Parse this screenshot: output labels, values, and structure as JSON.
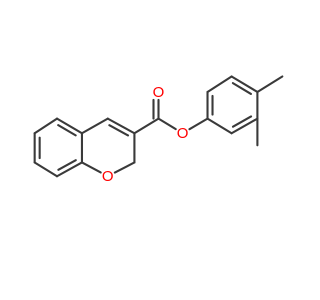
{
  "molecule": {
    "atoms": [
      {
        "id": "ring-a-c1",
        "label": ""
      },
      {
        "id": "ring-a-c2",
        "label": ""
      },
      {
        "id": "ring-a-c3",
        "label": ""
      },
      {
        "id": "ring-a-c4",
        "label": ""
      },
      {
        "id": "ring-a-c5",
        "label": ""
      },
      {
        "id": "ring-a-c6",
        "label": ""
      },
      {
        "id": "ring-b-c4",
        "label": ""
      },
      {
        "id": "ring-b-c3",
        "label": ""
      },
      {
        "id": "ring-b-c2",
        "label": ""
      },
      {
        "id": "ring-b-o1",
        "label": "O"
      },
      {
        "id": "carbonyl-c",
        "label": ""
      },
      {
        "id": "carbonyl-o",
        "label": "O"
      },
      {
        "id": "ester-o",
        "label": "O"
      },
      {
        "id": "aryl-c1",
        "label": ""
      },
      {
        "id": "aryl-c2",
        "label": ""
      },
      {
        "id": "aryl-c3",
        "label": ""
      },
      {
        "id": "aryl-c4",
        "label": ""
      },
      {
        "id": "aryl-c5",
        "label": ""
      },
      {
        "id": "aryl-c6",
        "label": ""
      },
      {
        "id": "methyl-c4",
        "label": ""
      },
      {
        "id": "methyl-c3",
        "label": ""
      }
    ],
    "atom_colors": {
      "C": "#3a3a3a",
      "O": "#ff0000"
    },
    "bond_color": "#3a3a3a"
  }
}
